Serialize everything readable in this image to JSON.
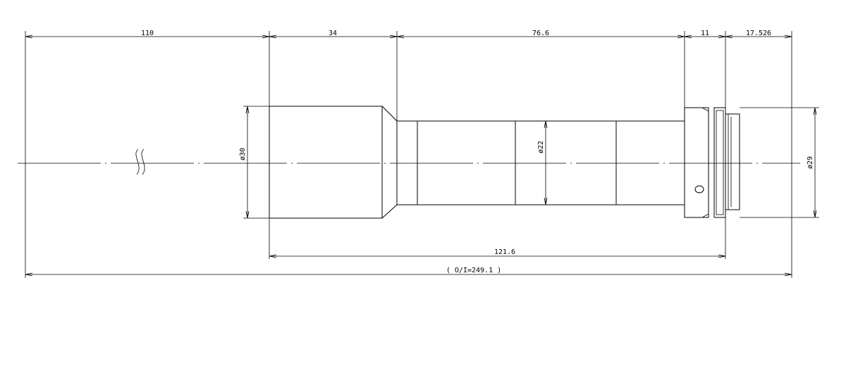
{
  "dimensions": {
    "seg_1": "110",
    "seg_2": "34",
    "seg_3": "76.6",
    "seg_4": "11",
    "seg_5": "17.526",
    "lens_length": "121.6",
    "total_oi": "( O/I=249.1 )",
    "dia_front": "ø30",
    "dia_middle": "ø22",
    "dia_rear": "ø29"
  },
  "colors": {
    "line": "#000000",
    "background": "#ffffff"
  }
}
